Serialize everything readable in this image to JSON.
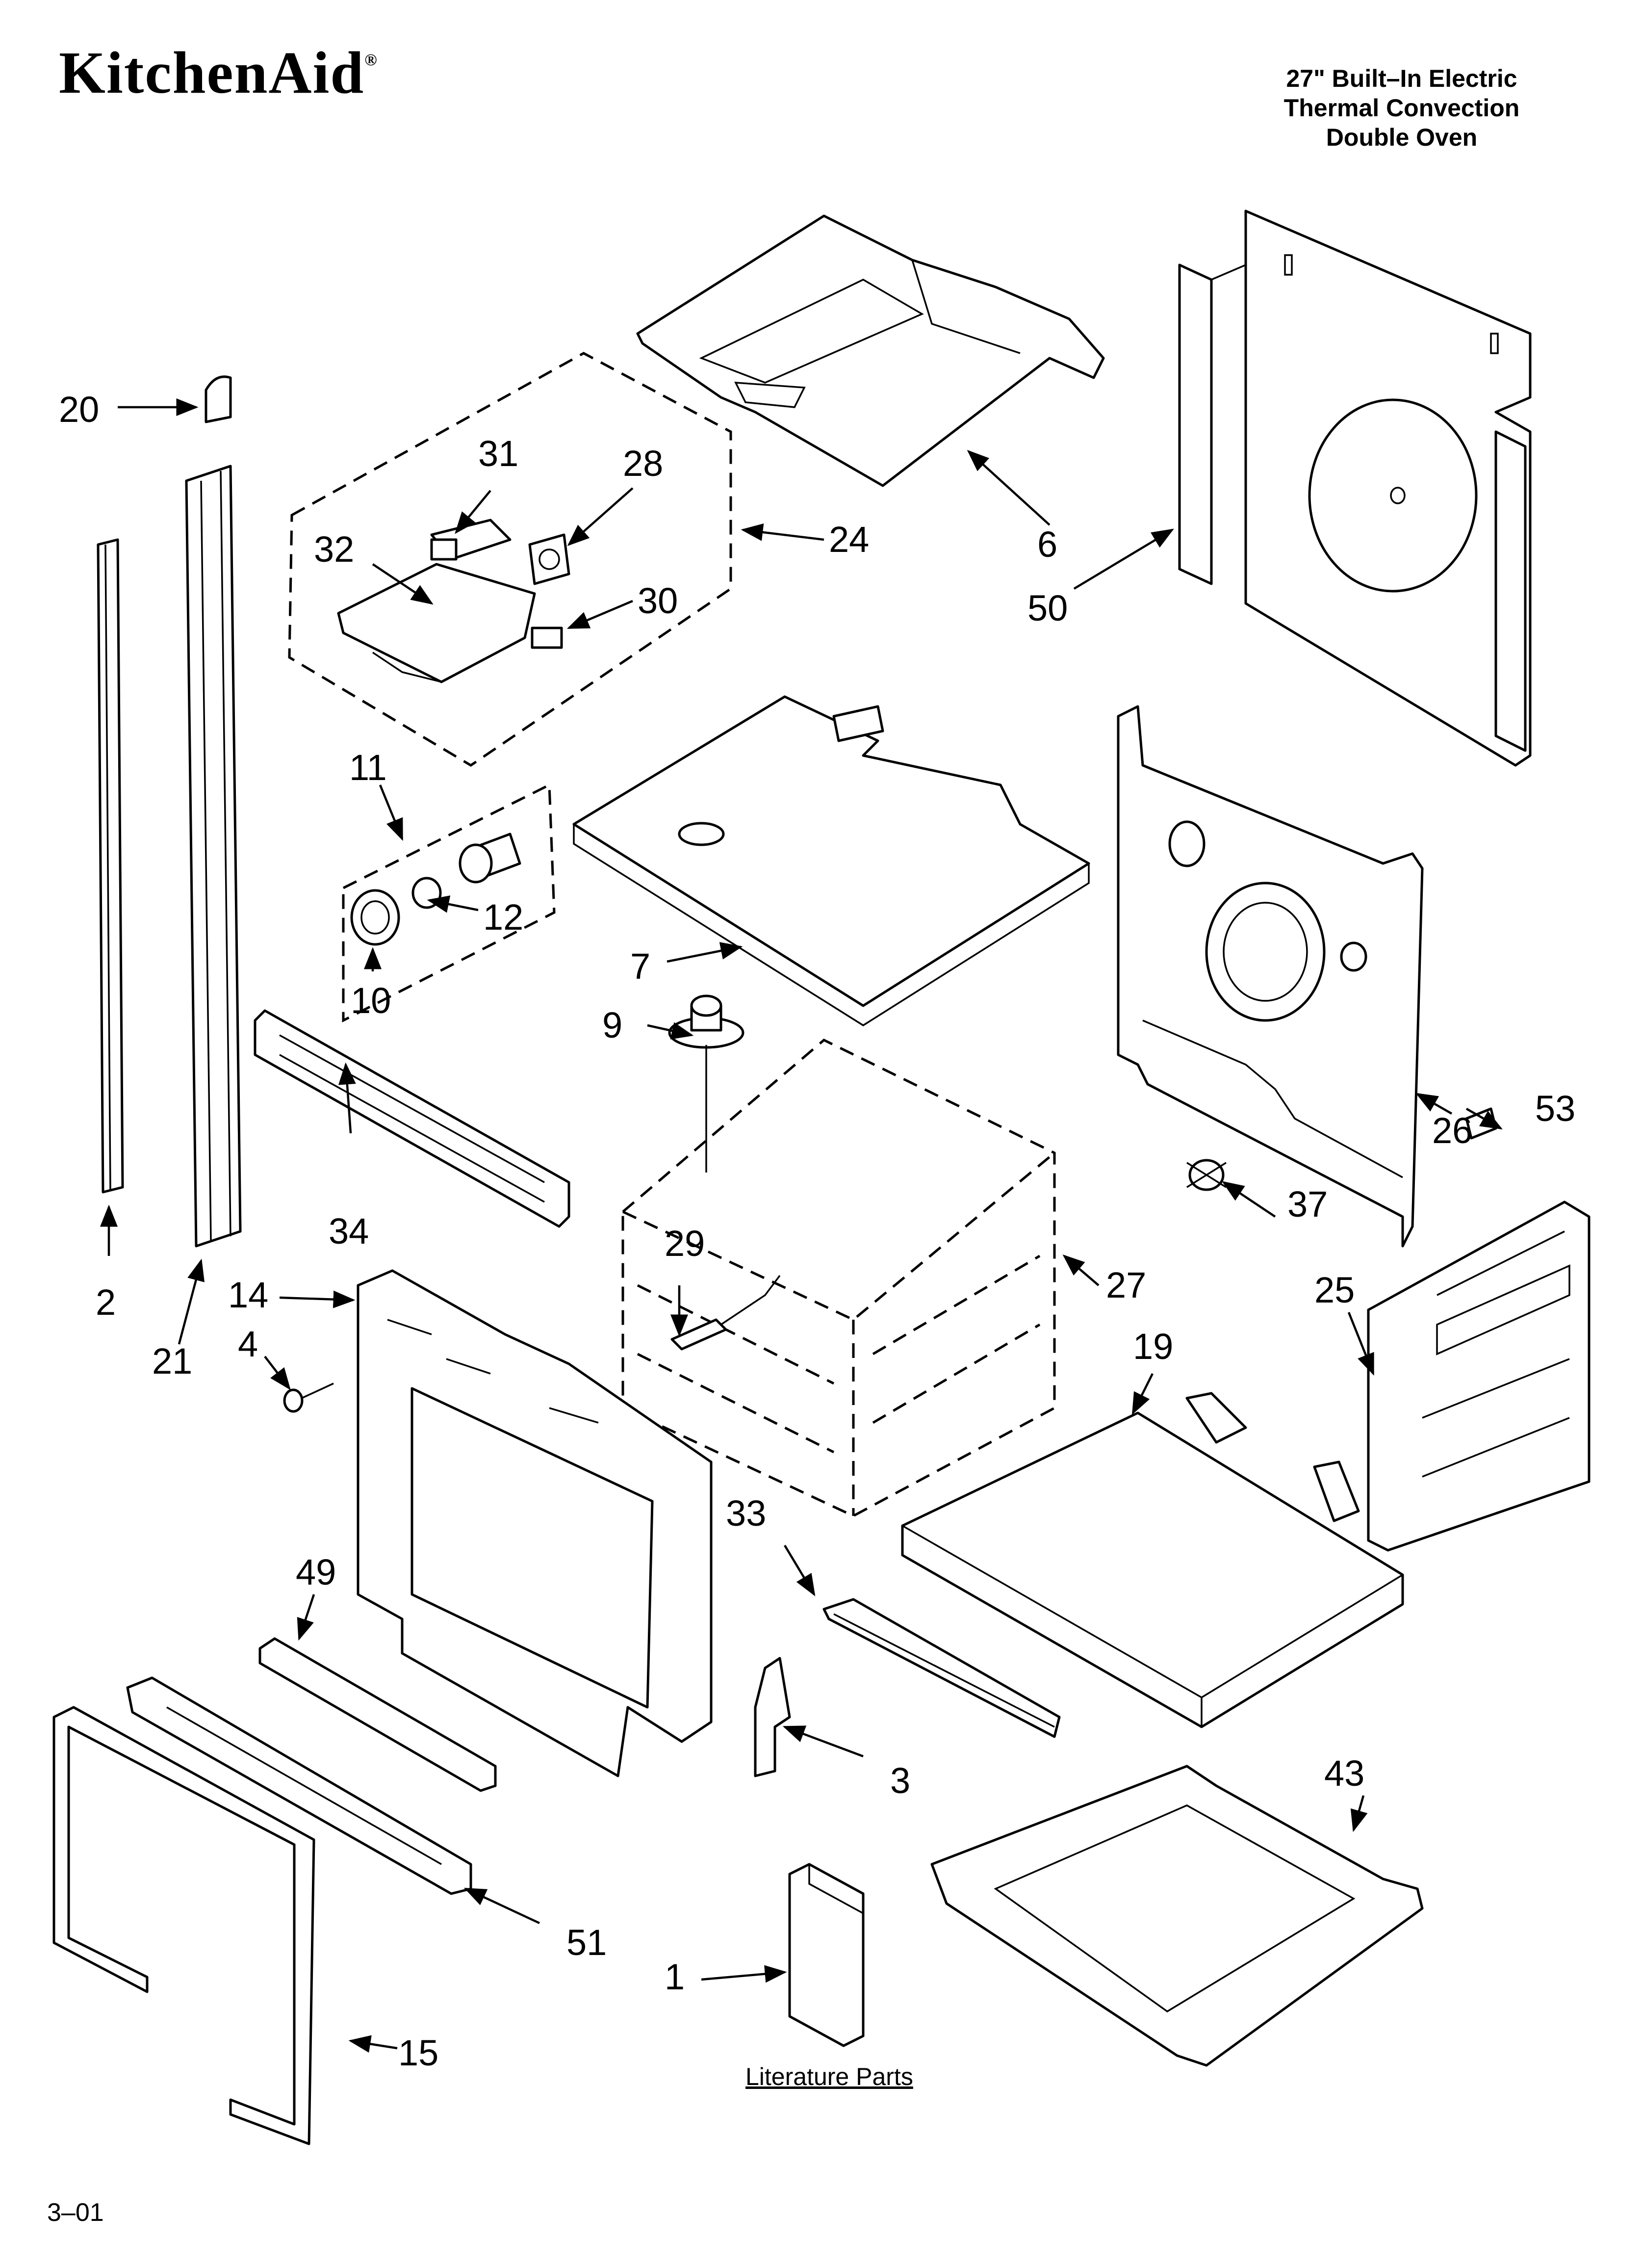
{
  "header": {
    "brand": "KitchenAid",
    "brand_mark": "®",
    "model_lines": [
      "27\" Built–In Electric",
      "Thermal Convection",
      "Double Oven"
    ]
  },
  "footer": {
    "page_code": "3–01"
  },
  "literature": {
    "label": "Literature Parts"
  },
  "callouts": {
    "p1": "1",
    "p2": "2",
    "p3": "3",
    "p4": "4",
    "p6": "6",
    "p7": "7",
    "p9": "9",
    "p10": "10",
    "p11": "11",
    "p12": "12",
    "p14": "14",
    "p15": "15",
    "p19": "19",
    "p20": "20",
    "p21": "21",
    "p24": "24",
    "p25": "25",
    "p26": "26",
    "p27": "27",
    "p28": "28",
    "p29": "29",
    "p30": "30",
    "p31": "31",
    "p32": "32",
    "p33": "33",
    "p34": "34",
    "p37": "37",
    "p43": "43",
    "p49": "49",
    "p50": "50",
    "p51": "51",
    "p53": "53"
  }
}
